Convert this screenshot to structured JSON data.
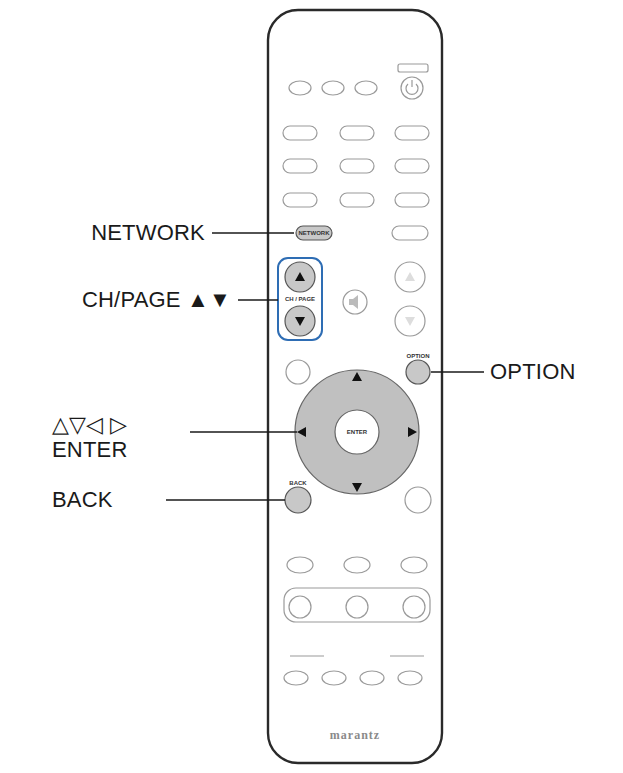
{
  "diagram": {
    "labels": [
      "NETWORK",
      "CH/PAGE ▲▼",
      "OPTION",
      "△▽◁ ▷ ENTER",
      "BACK",
      "NETWORK",
      "CH / PAGE",
      "OPTION",
      "ENTER",
      "BACK",
      "marantz"
    ]
  }
}
